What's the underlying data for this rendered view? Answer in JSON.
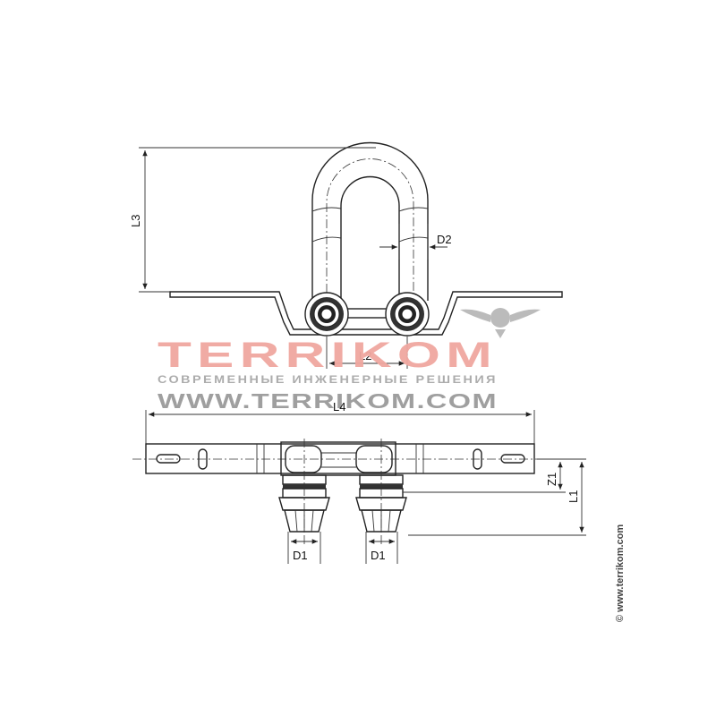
{
  "dimensions": {
    "l1": "L1",
    "l2": "L2",
    "l3": "L3",
    "l4": "L4",
    "d1": "D1",
    "d2": "D2",
    "z1": "Z1"
  },
  "watermark": {
    "logo": "TERRIKOM",
    "subtitle": "СОВРЕМЕННЫЕ ИНЖЕНЕРНЫЕ РЕШЕНИЯ",
    "url": "WWW.TERRIKOM.COM"
  },
  "copyright": "© www.terrikom.com",
  "colors": {
    "logo": "#f0a7a0",
    "line": "#222222"
  }
}
